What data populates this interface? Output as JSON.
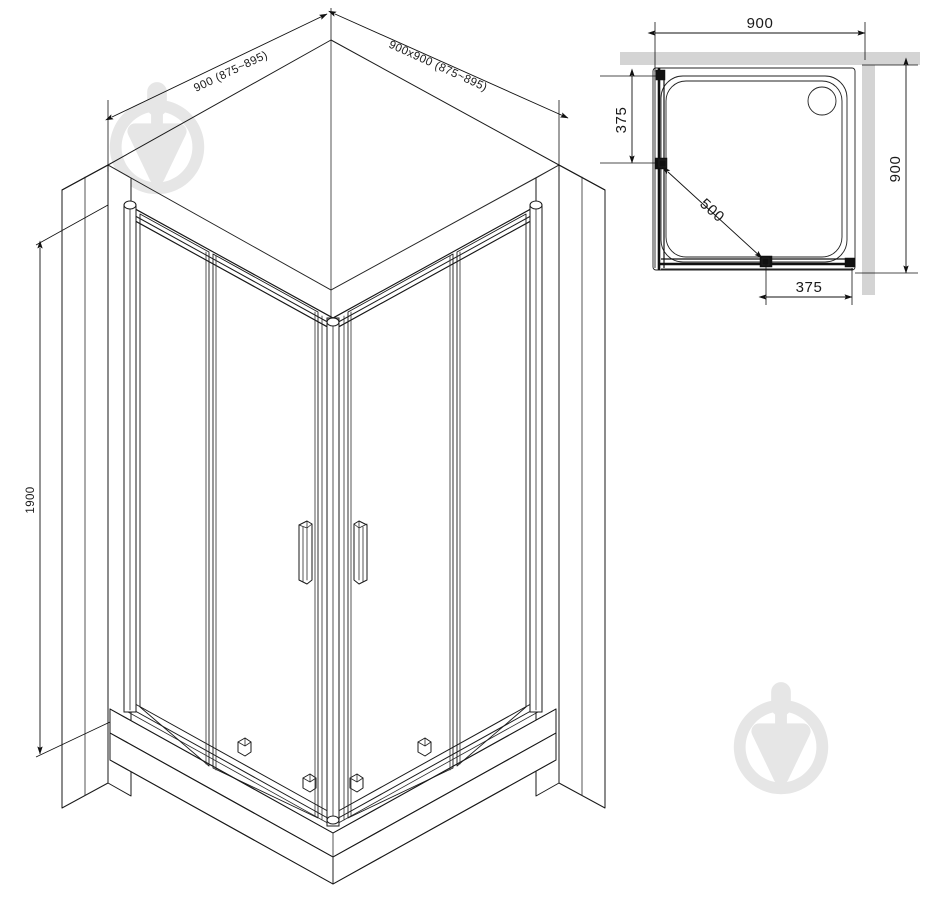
{
  "document": {
    "title": "Shower Enclosure Technical Drawing",
    "type": "engineering-drawing",
    "background_color": "#ffffff",
    "line_color": "#1a1a1a",
    "watermark_color": "#e6e6e6",
    "wall_band_color": "#d4d4d4"
  },
  "isometric_view": {
    "name": "shower-enclosure-isometric",
    "dimensions": {
      "left_width": {
        "label": "900 (875~895)",
        "value": 900,
        "tolerance_min": 875,
        "tolerance_max": 895,
        "unit": "mm"
      },
      "right_width": {
        "label": "900x900 (875~895)",
        "value": 900,
        "tolerance_min": 875,
        "tolerance_max": 895,
        "unit": "mm"
      },
      "height": {
        "label": "1900",
        "value": 1900,
        "unit": "mm"
      }
    }
  },
  "plan_view": {
    "name": "shower-enclosure-plan",
    "dimensions": {
      "top_width": {
        "label": "900",
        "value": 900,
        "unit": "mm"
      },
      "right_height": {
        "label": "900",
        "value": 900,
        "unit": "mm"
      },
      "left_offset": {
        "label": "375",
        "value": 375,
        "unit": "mm"
      },
      "bottom_offset": {
        "label": "375",
        "value": 375,
        "unit": "mm"
      },
      "diagonal_opening": {
        "label": "500",
        "value": 500,
        "unit": "mm"
      }
    }
  },
  "watermarks": [
    {
      "name": "watermark-top-left",
      "icon": "circle-trowel-icon"
    },
    {
      "name": "watermark-bottom-right",
      "icon": "circle-trowel-icon"
    }
  ]
}
